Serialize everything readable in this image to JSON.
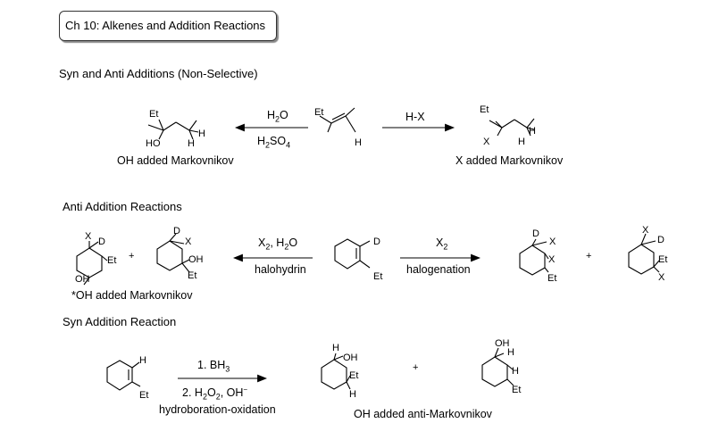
{
  "header": {
    "title": "Ch 10: Alkenes and Addition Reactions"
  },
  "sections": {
    "syn_anti": "Syn and Anti Additions (Non-Selective)",
    "anti": "Anti Addition Reactions",
    "syn": "Syn Addition Reaction"
  },
  "row1": {
    "reagent_left_top": "H2O",
    "reagent_left_bottom": "H2SO4",
    "reagent_right": "H-X",
    "caption_left": "OH added Markovnikov",
    "caption_right": "X added Markovnikov"
  },
  "row2": {
    "reagent_left_top": "X2, H2O",
    "reagent_left_bottom": "halohydrin",
    "reagent_right_top": "X2",
    "reagent_right_bottom": "halogenation",
    "caption_left": "*OH added Markovnikov",
    "plus": "+"
  },
  "row3": {
    "reagent_top": "1. BH3",
    "reagent_mid": "2. H2O2, OH-",
    "reagent_bottom": "hydroboration-oxidation",
    "caption": "OH added anti-Markovnikov",
    "plus": "+"
  },
  "atoms": {
    "Et": "Et",
    "H": "H",
    "HO": "HO",
    "OH": "OH",
    "X": "X",
    "D": "D"
  }
}
